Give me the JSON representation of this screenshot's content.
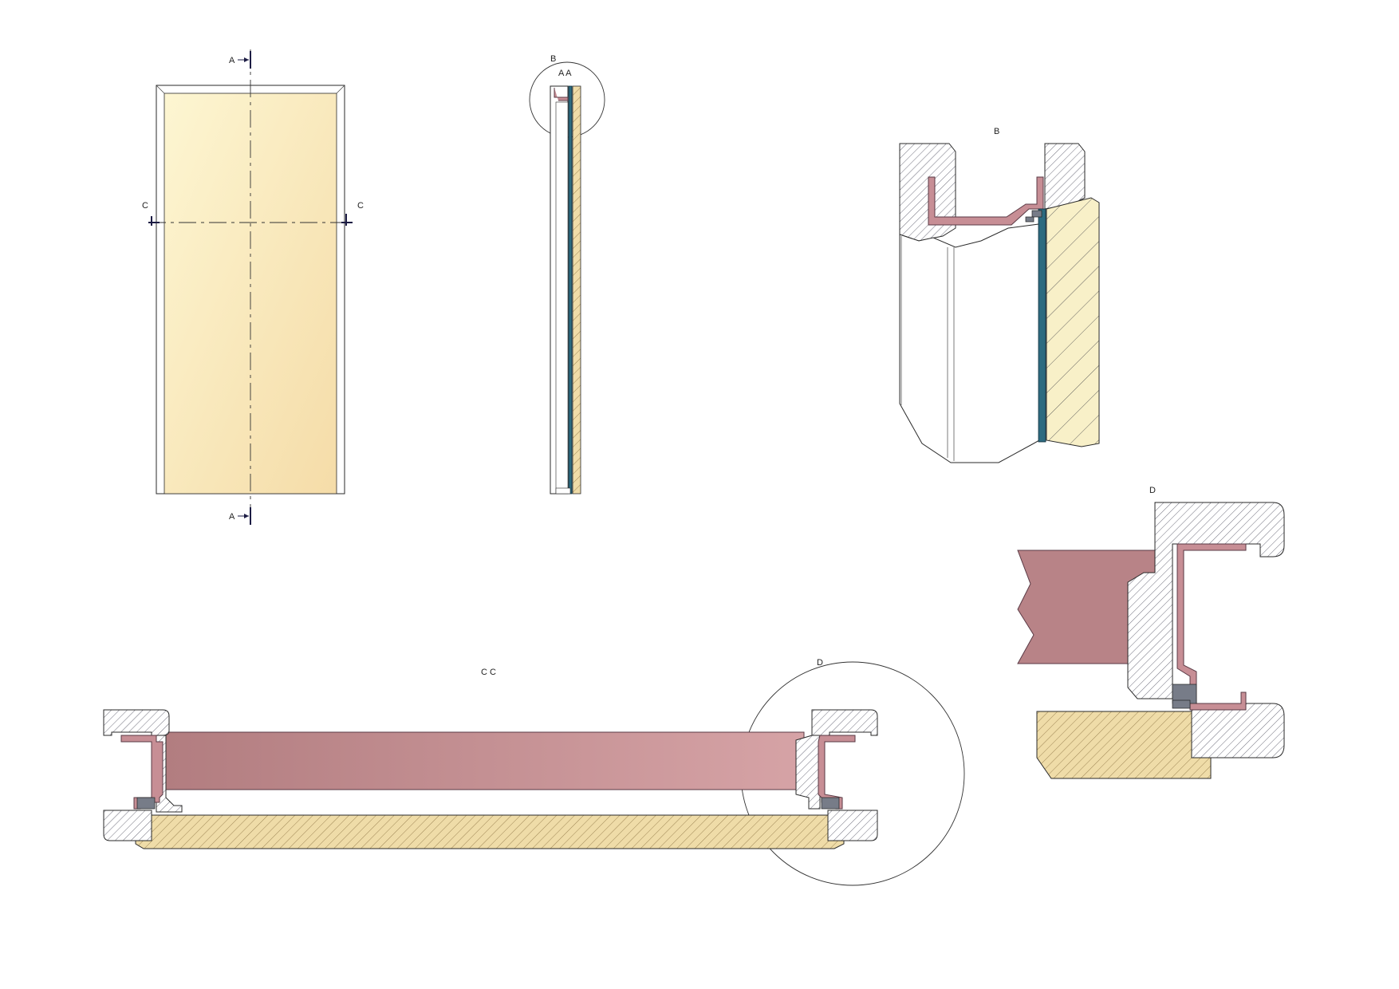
{
  "drawing": {
    "labels": {
      "front_section_top": "A",
      "front_section_bottom": "A",
      "front_cut_left": "C",
      "front_cut_right": "C",
      "side_detail_marker": "B",
      "side_view_title": "A A",
      "detail_b_title": "B",
      "detail_d_title": "D",
      "plan_detail_marker": "D",
      "plan_view_title": "C C"
    },
    "colors": {
      "panel_light": "#fdf6d2",
      "panel_dark": "#f5dca8",
      "leaf": "#b27d80",
      "leaf_light": "#d6a3a6",
      "wall": "#efdca8",
      "wall_hatch": "#8a7040",
      "frame_hatch": "#4a4a5a",
      "profile": "#c78e95",
      "glass": "#2d6b80",
      "line": "#2a2a2a"
    },
    "icons": {
      "section_arrow": "section-arrow-icon",
      "detail_circle": "detail-circle-icon"
    }
  }
}
